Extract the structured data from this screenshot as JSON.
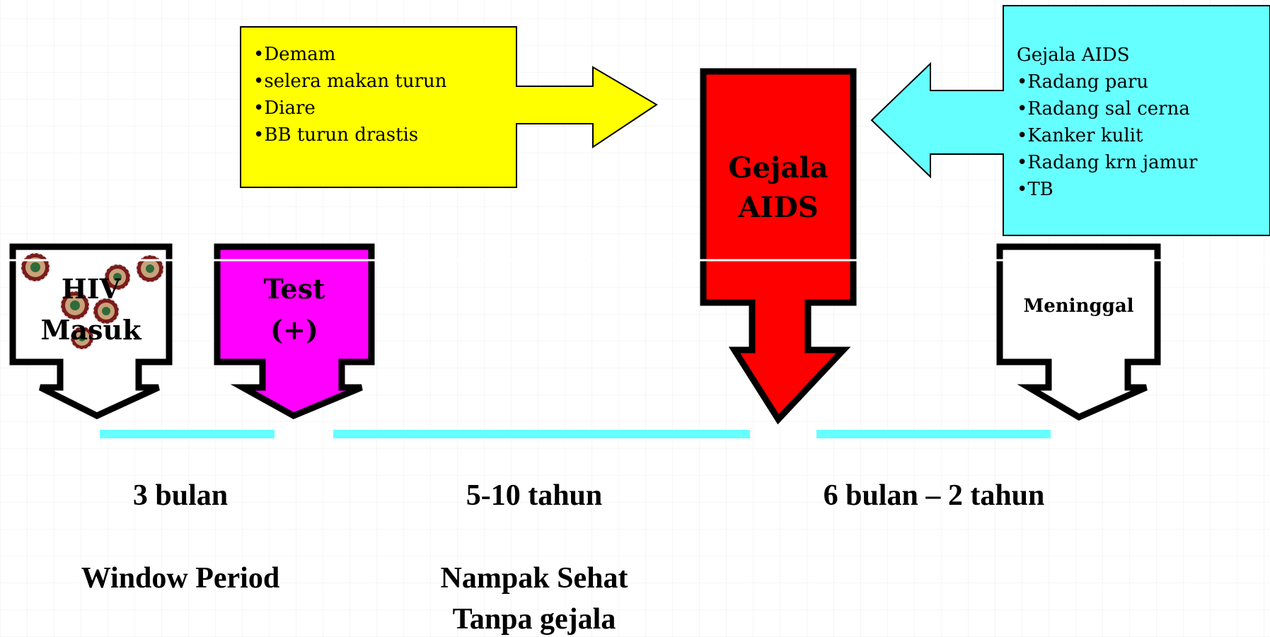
{
  "symptoms_callout": {
    "items": [
      "•Demam",
      "•selera makan turun",
      "•Diare",
      "•BB turun drastis"
    ],
    "fill": "#ffff00"
  },
  "aids_callout": {
    "heading": "Gejala AIDS",
    "items": [
      "•Radang paru",
      "•Radang sal cerna",
      "•Kanker kulit",
      "•Radang krn jamur",
      "•TB"
    ],
    "fill": "#66ffff"
  },
  "stages": [
    {
      "id": "hiv-masuk",
      "line1": "HIV",
      "line2": "Masuk",
      "fill": "#ffffff"
    },
    {
      "id": "test-positive",
      "line1": "Test",
      "line2": "(+)",
      "fill": "#ff00ff"
    },
    {
      "id": "gejala-aids",
      "line1": "Gejala",
      "line2": "AIDS",
      "fill": "#ff0000"
    },
    {
      "id": "meninggal",
      "line1": "Meninggal",
      "line2": "",
      "fill": "#ffffff"
    }
  ],
  "timeline_color": "#66ffff",
  "periods": [
    {
      "duration": "3 bulan",
      "description": "Window Period"
    },
    {
      "duration": "5-10 tahun",
      "description": "Nampak Sehat",
      "description2": "Tanpa gejala"
    },
    {
      "duration": "6 bulan – 2 tahun",
      "description": ""
    }
  ]
}
